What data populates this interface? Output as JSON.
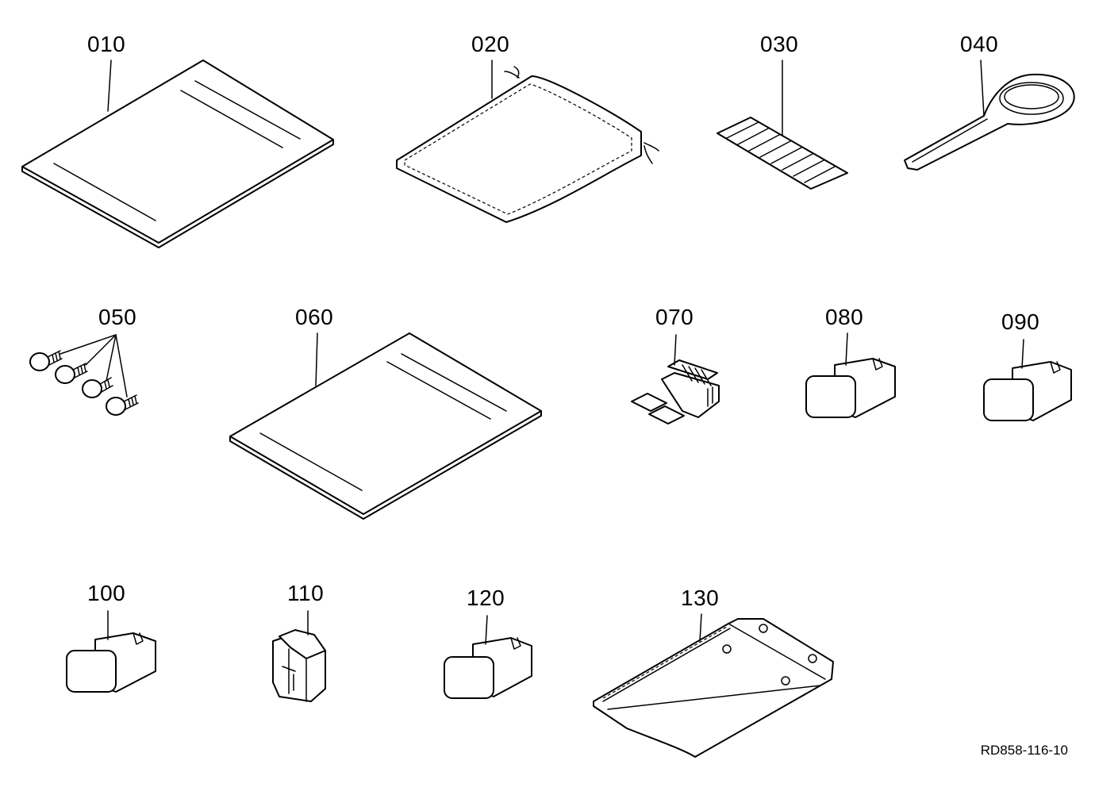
{
  "parts": [
    {
      "number": "010",
      "icon": "manual-book-icon"
    },
    {
      "number": "020",
      "icon": "drawstring-bag-icon"
    },
    {
      "number": "030",
      "icon": "label-sticker-icon"
    },
    {
      "number": "040",
      "icon": "filter-wrench-icon"
    },
    {
      "number": "050",
      "icon": "screw-set-icon"
    },
    {
      "number": "060",
      "icon": "manual-book-icon"
    },
    {
      "number": "070",
      "icon": "connector-plug-icon"
    },
    {
      "number": "080",
      "icon": "fuse-icon"
    },
    {
      "number": "090",
      "icon": "fuse-icon"
    },
    {
      "number": "100",
      "icon": "fuse-icon"
    },
    {
      "number": "110",
      "icon": "relay-connector-icon"
    },
    {
      "number": "120",
      "icon": "fuse-icon"
    },
    {
      "number": "130",
      "icon": "document-holder-icon"
    }
  ],
  "document_code": "RD858-116-10"
}
